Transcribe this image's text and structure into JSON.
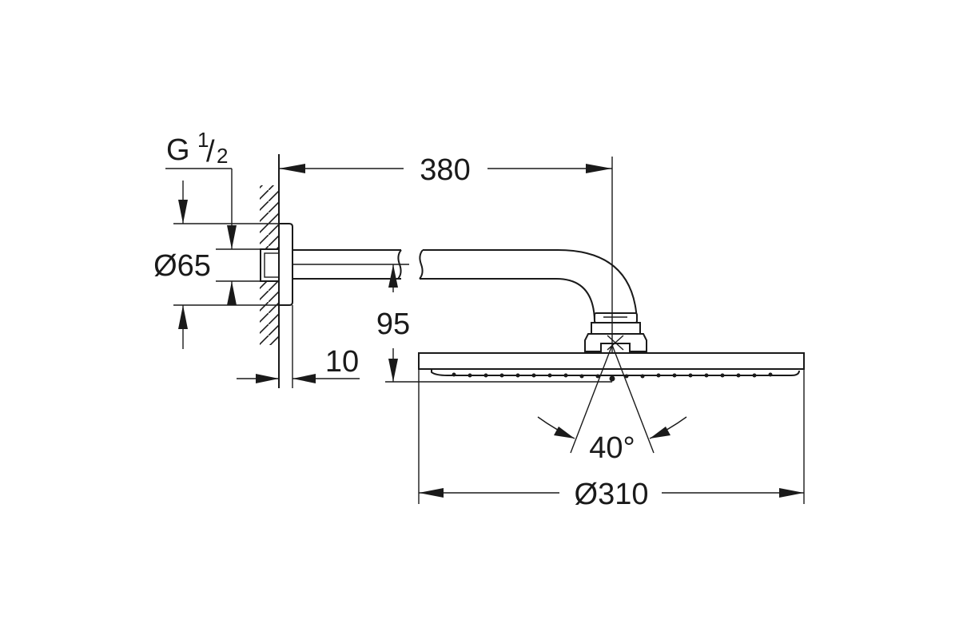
{
  "dimensions": {
    "thread_main": "G",
    "thread_num": "1",
    "thread_den": "2",
    "flange_diameter": "Ø65",
    "arm_length": "380",
    "drop_height": "95",
    "wall_offset": "10",
    "spray_angle": "40°",
    "head_diameter": "Ø310"
  }
}
